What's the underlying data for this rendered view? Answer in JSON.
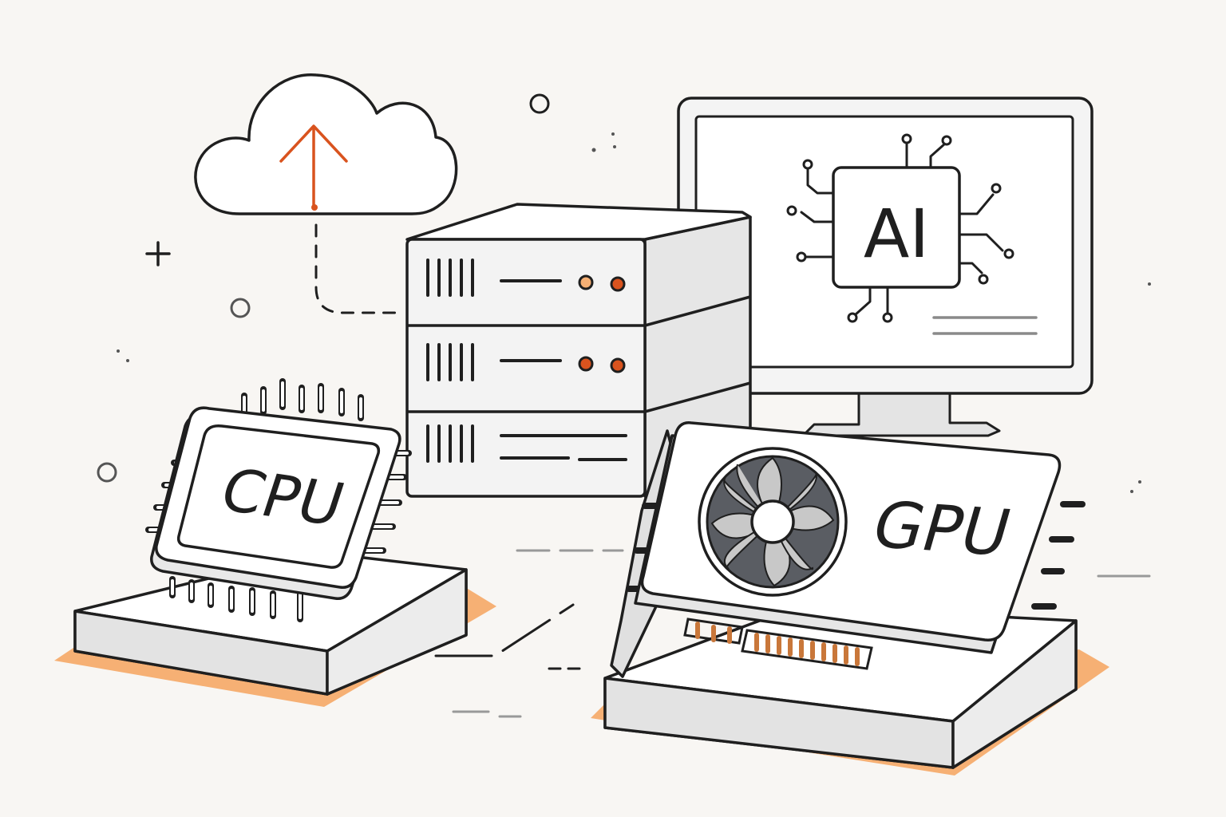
{
  "labels": {
    "cpu": "CPU",
    "gpu": "GPU",
    "ai": "AI"
  },
  "icons": [
    "cloud-upload-icon",
    "server-rack-icon",
    "monitor-icon",
    "ai-chip-icon",
    "cpu-chip-icon",
    "gpu-card-icon",
    "gpu-fan-icon"
  ],
  "colors": {
    "background": "#f8f6f3",
    "ink": "#1f1f1f",
    "accent_orange": "#d9531e",
    "shadow_orange": "#f6b074",
    "panel_white": "#ffffff",
    "panel_gray": "#e9e9e9",
    "fan_gray": "#5a5d63"
  }
}
